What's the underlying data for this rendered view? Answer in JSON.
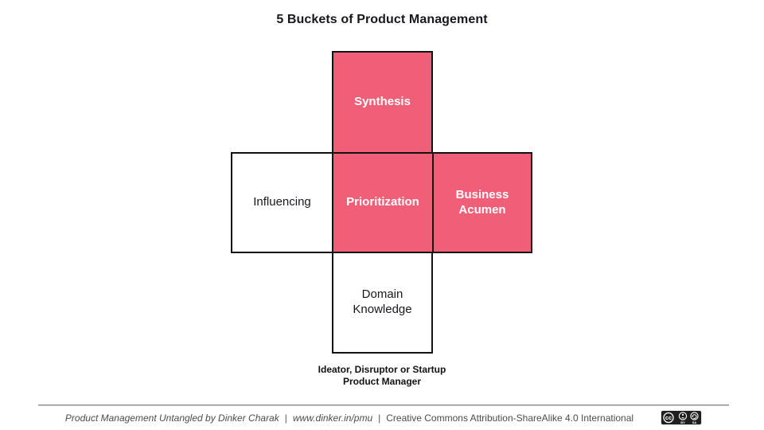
{
  "title": "5 Buckets of Product Management",
  "diagram": {
    "buckets": [
      {
        "id": "synthesis",
        "label": "Synthesis",
        "highlighted": true
      },
      {
        "id": "influencing",
        "label": "Influencing",
        "highlighted": false
      },
      {
        "id": "prioritization",
        "label": "Prioritization",
        "highlighted": true
      },
      {
        "id": "business-acumen",
        "label": "Business Acumen",
        "highlighted": true
      },
      {
        "id": "domain-knowledge",
        "label": "Domain Knowledge",
        "highlighted": false
      }
    ],
    "caption_line1": "Ideator, Disruptor or Startup",
    "caption_line2": "Product Manager"
  },
  "footer": {
    "book_credit": "Product Management Untangled by Dinker Charak",
    "separator": "|",
    "url": "www.dinker.in/pmu",
    "license": "Creative Commons Attribution-ShareAlike 4.0 International",
    "badge": {
      "cc": "cc",
      "by": "BY",
      "sa": "SA"
    }
  },
  "colors": {
    "highlight_pink": "#F05E77",
    "box_border": "#131313",
    "footer_text": "#4c4c4c",
    "rule_gray": "#8d8d8d",
    "badge_background": "#1f1f1f"
  }
}
